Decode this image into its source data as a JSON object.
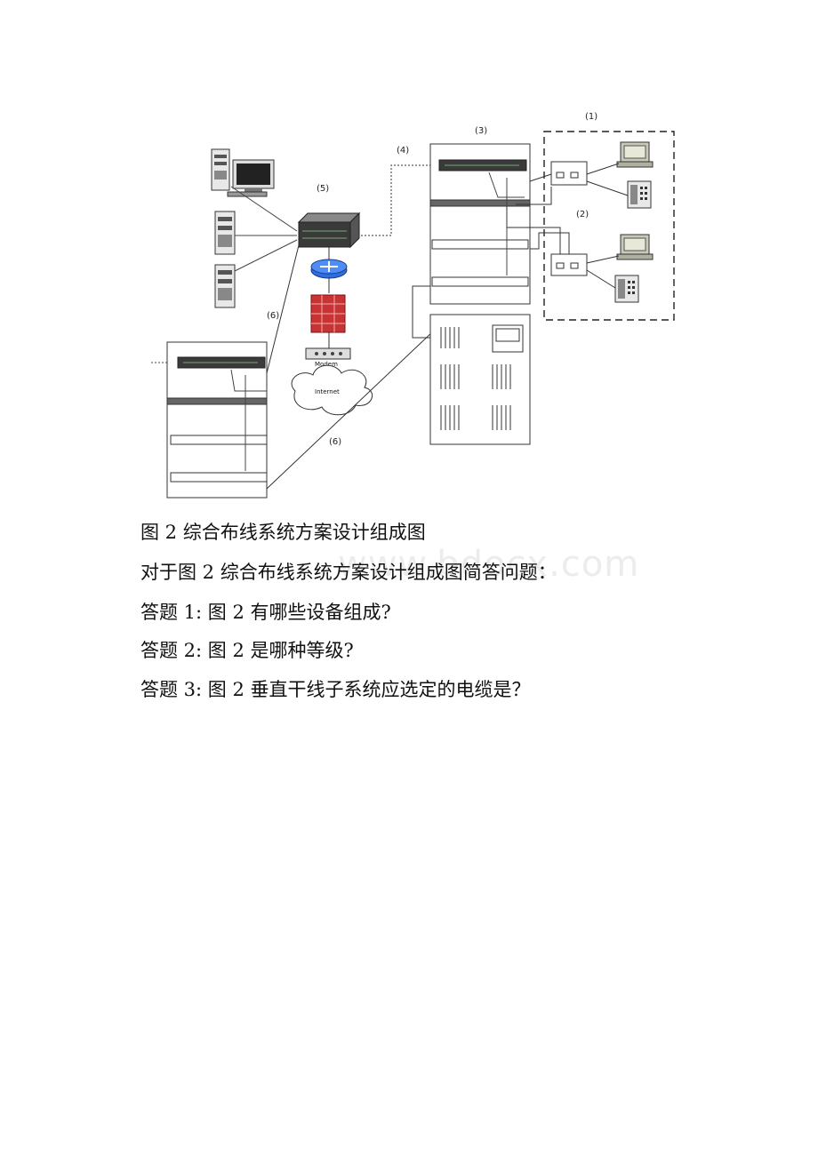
{
  "figure": {
    "markers": {
      "m1": "(1)",
      "m2": "(2)",
      "m3": "(3)",
      "m4": "(4)",
      "m5": "(5)",
      "m6a": "(6)",
      "m6b": "(6)"
    },
    "modem_label": "Modem",
    "internet_label": "Internet"
  },
  "watermark": "www.bdocx.com",
  "caption": "图 2 综合布线系统方案设计组成图",
  "intro": "对于图 2 综合布线系统方案设计组成图简答问题：",
  "questions": [
    "答题 1: 图 2 有哪些设备组成?",
    "答题 2: 图 2 是哪种等级?",
    "答题 3: 图 2 垂直干线子系统应选定的电缆是？"
  ]
}
